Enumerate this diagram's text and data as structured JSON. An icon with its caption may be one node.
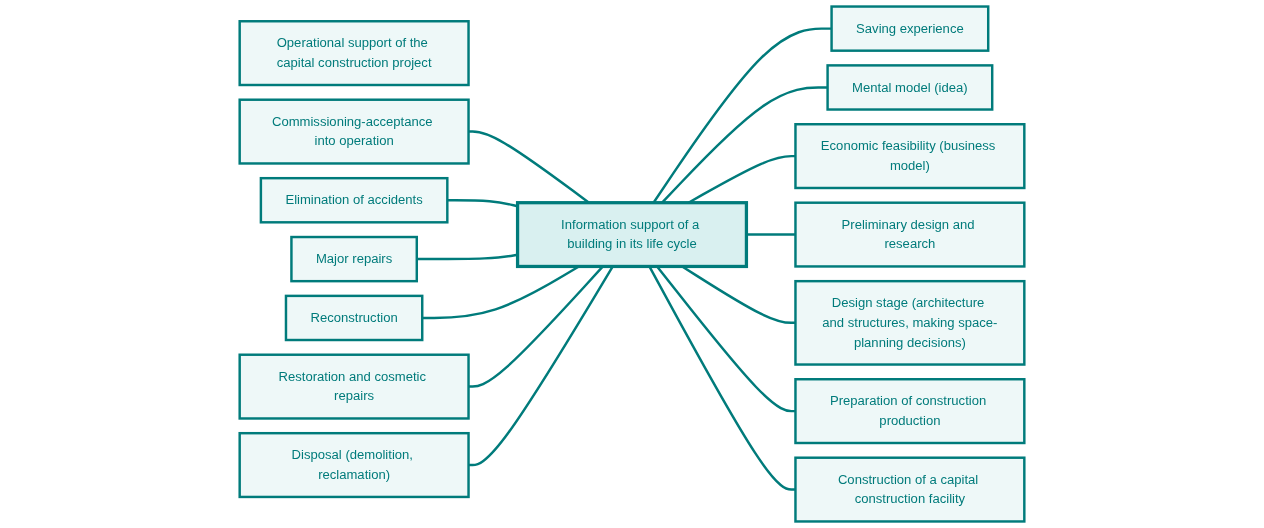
{
  "diagram": {
    "nodes": [
      {
        "text": [
          "Operational support of the capital construction project"
        ]
      },
      {
        "text": [
          "Disposal (demolition, reclamation)"
        ]
      },
      {
        "text": [
          "Saving experience"
        ]
      },
      {
        "text": [
          "Mental model (idea)"
        ]
      },
      {
        "text": [
          "Restoration and cosmetic repairs"
        ]
      },
      {
        "text": [
          "Economic feasibility (business model)"
        ]
      },
      {
        "text": [
          "Information support of a building in its life cycle"
        ]
      },
      {
        "text": [
          "Reconstruction"
        ]
      },
      {
        "text": [
          "Preliminary design and research"
        ]
      },
      {
        "text": [
          "Major repairs"
        ]
      },
      {
        "text": [
          "Design stage (architecture and structures, making space-planning decisions)"
        ]
      },
      {
        "text": [
          "Elimination of accidents"
        ]
      },
      {
        "text": [
          "Commissioning-acceptance into operation"
        ]
      },
      {
        "text": [
          "Construction of a capital construction facility"
        ]
      },
      {
        "text": [
          "Preparation of construction production"
        ]
      }
    ],
    "edges": [
      {
        "from": 6,
        "to": 2,
        "arrow": "none"
      },
      {
        "from": 6,
        "to": 3,
        "arrow": "none"
      },
      {
        "from": 6,
        "to": 5,
        "arrow": "none"
      },
      {
        "from": 6,
        "to": 8,
        "arrow": "none"
      },
      {
        "from": 6,
        "to": 10,
        "arrow": "none"
      },
      {
        "from": 6,
        "to": 14,
        "arrow": "none"
      },
      {
        "from": 6,
        "to": 13,
        "arrow": "none"
      },
      {
        "from": 12,
        "to": 6,
        "arrow": "none"
      },
      {
        "from": 11,
        "to": 6,
        "arrow": "none"
      },
      {
        "from": 9,
        "to": 6,
        "arrow": "none"
      },
      {
        "from": 7,
        "to": 6,
        "arrow": "none"
      },
      {
        "from": 4,
        "to": 6,
        "arrow": "none"
      },
      {
        "from": 1,
        "to": 6,
        "arrow": "none"
      }
    ]
  }
}
